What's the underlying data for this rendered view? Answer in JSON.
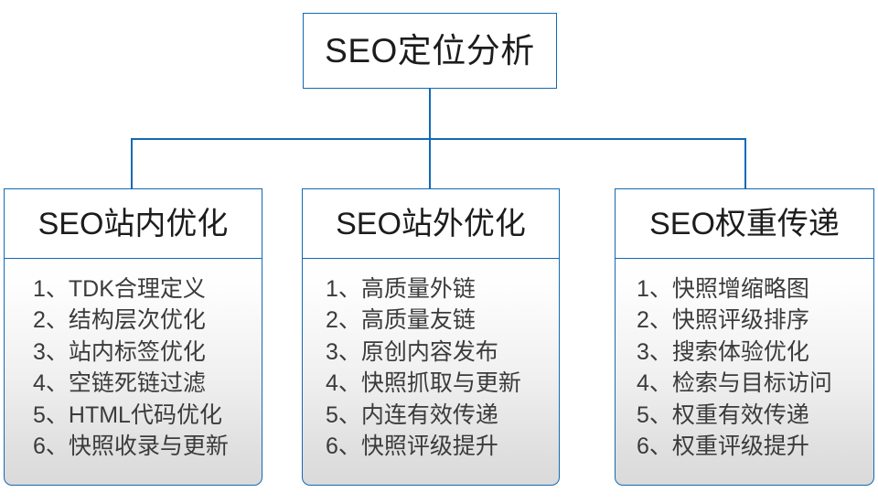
{
  "diagram": {
    "type": "organization-tree",
    "colors": {
      "border": "#1269b5",
      "connector": "#1269b5",
      "title_text": "#1c1c1c",
      "list_text": "#3b3b3b",
      "body_gradient_top": "#ffffff",
      "body_gradient_bottom": "#dadada",
      "background": "#ffffff"
    },
    "root": {
      "title": "SEO定位分析"
    },
    "branches": [
      {
        "title": "SEO站内优化",
        "items": [
          "1、TDK合理定义",
          "2、结构层次优化",
          "3、站内标签优化",
          "4、空链死链过滤",
          "5、HTML代码优化",
          "6、快照收录与更新"
        ]
      },
      {
        "title": "SEO站外优化",
        "items": [
          "1、高质量外链",
          "2、高质量友链",
          "3、原创内容发布",
          "4、快照抓取与更新",
          "5、内连有效传递",
          "6、快照评级提升"
        ]
      },
      {
        "title": "SEO权重传递",
        "items": [
          "1、快照增缩略图",
          "2、快照评级排序",
          "3、搜索体验优化",
          "4、检索与目标访问",
          "5、权重有效传递",
          "6、权重评级提升"
        ]
      }
    ]
  }
}
